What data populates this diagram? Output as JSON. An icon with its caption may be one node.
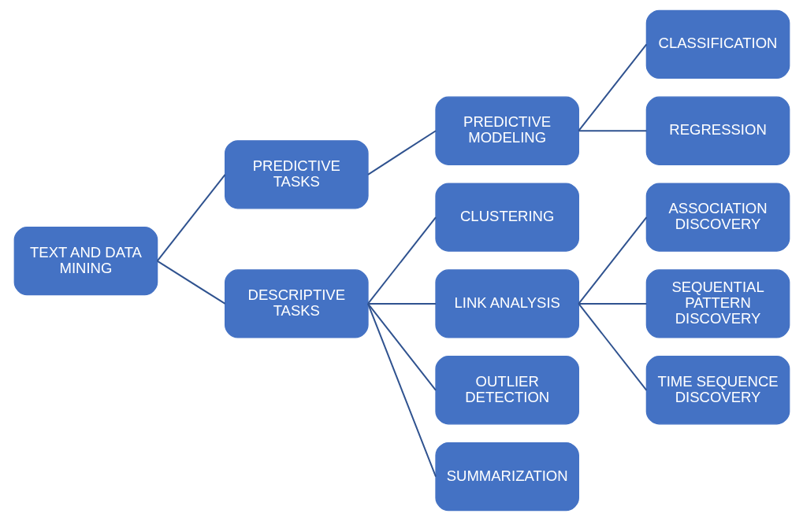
{
  "diagram": {
    "nodes": [
      {
        "text": [
          "TEXT AND DATA MINING"
        ]
      },
      {
        "text": [
          "PREDICTIVE TASKS"
        ]
      },
      {
        "text": [
          "DESCRIPTIVE TASKS"
        ]
      },
      {
        "text": [
          "PREDICTIVE MODELING"
        ]
      },
      {
        "text": [
          "CLASSIFICATION"
        ]
      },
      {
        "text": [
          "REGRESSION"
        ]
      },
      {
        "text": [
          "CLUSTERING"
        ]
      },
      {
        "text": [
          "LINK ANALYSIS"
        ]
      },
      {
        "text": [
          "OUTLIER DETECTION"
        ]
      },
      {
        "text": [
          "SUMMARIZATION"
        ]
      },
      {
        "text": [
          "ASSOCIATION DISCOVERY"
        ]
      },
      {
        "text": [
          "SEQUENTIAL PATTERN DISCOVERY"
        ]
      },
      {
        "text": [
          "TIME SEQUENCE DISCOVERY"
        ]
      }
    ],
    "edges": [
      {
        "from": 0,
        "to": 1,
        "arrow": "none"
      },
      {
        "from": 0,
        "to": 2,
        "arrow": "none"
      },
      {
        "from": 1,
        "to": 3,
        "arrow": "none"
      },
      {
        "from": 3,
        "to": 4,
        "arrow": "none"
      },
      {
        "from": 3,
        "to": 5,
        "arrow": "none"
      },
      {
        "from": 2,
        "to": 6,
        "arrow": "none"
      },
      {
        "from": 2,
        "to": 7,
        "arrow": "none"
      },
      {
        "from": 2,
        "to": 8,
        "arrow": "none"
      },
      {
        "from": 2,
        "to": 9,
        "arrow": "none"
      },
      {
        "from": 7,
        "to": 10,
        "arrow": "none"
      },
      {
        "from": 7,
        "to": 11,
        "arrow": "none"
      },
      {
        "from": 7,
        "to": 12,
        "arrow": "none"
      }
    ]
  }
}
